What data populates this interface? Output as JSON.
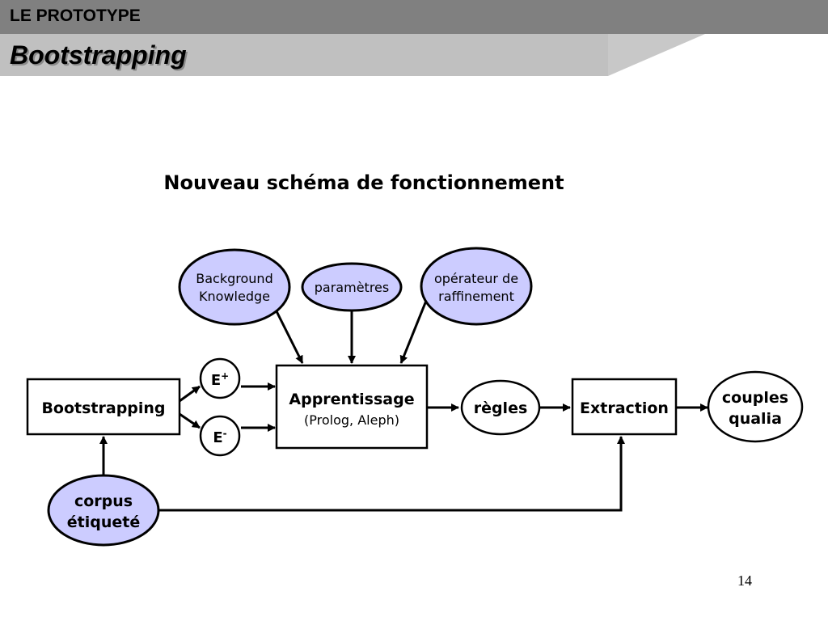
{
  "header": {
    "section": "LE PROTOTYPE",
    "title": "Bootstrapping"
  },
  "diagram": {
    "heading": "Nouveau schéma de fonctionnement",
    "nodes": {
      "background": [
        "Background",
        "Knowledge"
      ],
      "parametres": "paramètres",
      "operateur": [
        "opérateur de",
        "raffinement"
      ],
      "bootstrapping": "Bootstrapping",
      "e_plus": {
        "base": "E",
        "sup": "+"
      },
      "e_minus": {
        "base": "E",
        "sup": "-"
      },
      "apprentissage": {
        "title": "Apprentissage",
        "subtitle": "(Prolog, Aleph)"
      },
      "regles": "règles",
      "extraction": "Extraction",
      "couples": [
        "couples",
        "qualia"
      ],
      "corpus": [
        "corpus",
        "étiqueté"
      ]
    }
  },
  "colors": {
    "ellipse_fill": "#ccccff",
    "header_bar": "#808080",
    "title_band": "#c0c0c0"
  },
  "footer": {
    "page_number": "14"
  }
}
